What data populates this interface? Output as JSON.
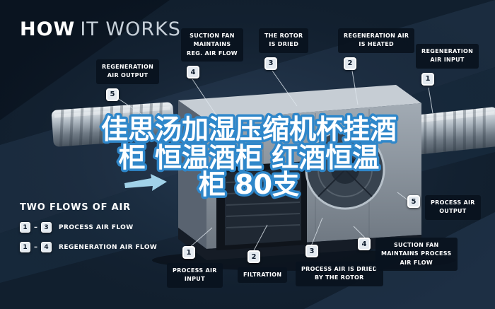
{
  "title": {
    "bold": "HOW",
    "rest": "IT WORKS"
  },
  "watermark": {
    "line1": "佳思汤加湿压缩机杯挂酒",
    "line2": "柜 恒温酒柜 红酒恒温",
    "line3": "柜 80支"
  },
  "callouts": {
    "regen_output": {
      "num": "5",
      "label": "REGENERATION\nAIR OUTPUT"
    },
    "suction_regen": {
      "num": "4",
      "label": "SUCTION FAN\nMAINTAINS\nREG. AIR FLOW"
    },
    "rotor_dried": {
      "num": "3",
      "label": "THE ROTOR\nIS DRIED"
    },
    "regen_heated": {
      "num": "2",
      "label": "REGENERATION AIR\nIS HEATED"
    },
    "regen_input": {
      "num": "1",
      "label": "REGENERATION\nAIR INPUT"
    },
    "process_output": {
      "num": "5",
      "label": "PROCESS AIR\nOUTPUT"
    },
    "process_input": {
      "num": "1",
      "label": "PROCESS AIR\nINPUT"
    },
    "filtration": {
      "num": "2",
      "label": "FILTRATION"
    },
    "process_dried": {
      "num": "3",
      "label": "PROCESS AIR IS DRIED\nBY THE ROTOR"
    },
    "suction_process": {
      "num": "4",
      "label": "SUCTION FAN\nMAINTAINS PROCESS\nAIR FLOW"
    }
  },
  "legend": {
    "title": "TWO FLOWS OF AIR",
    "separator": "–",
    "rows": [
      {
        "from": "1",
        "to": "3",
        "label": "PROCESS AIR FLOW"
      },
      {
        "from": "1",
        "to": "4",
        "label": "REGENERATION AIR FLOW"
      }
    ]
  },
  "colors": {
    "background": "#0d1826",
    "watermark_fill": "#ffffff",
    "watermark_stroke": "#2f87ca",
    "label_bg": "#091220",
    "badge_bg": "#e4eaf0",
    "badge_text": "#0d1b2c"
  },
  "scene": {
    "machine": "desiccant-dehumidifier-unit",
    "parts": [
      "left-spiral-duct",
      "right-spiral-duct",
      "rotor",
      "front-opening",
      "flow-arrow"
    ]
  }
}
